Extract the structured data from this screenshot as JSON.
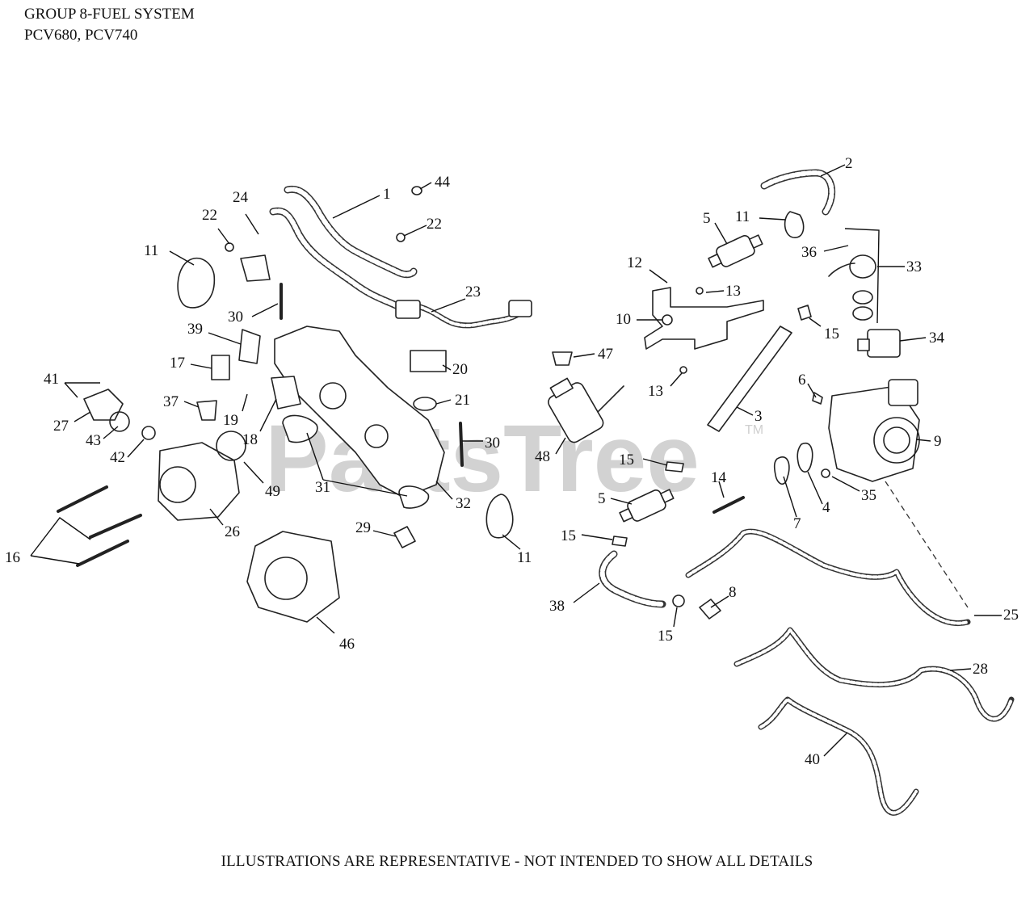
{
  "header": {
    "title": "GROUP 8-FUEL SYSTEM",
    "models": "PCV680, PCV740"
  },
  "watermark": {
    "text": "PartsTree",
    "trademark": "TM"
  },
  "footer": {
    "note": "ILLUSTRATIONS ARE REPRESENTATIVE - NOT INTENDED TO SHOW ALL DETAILS"
  },
  "callouts": [
    "1",
    "2",
    "3",
    "4",
    "5",
    "5",
    "6",
    "7",
    "8",
    "9",
    "10",
    "11",
    "11",
    "11",
    "12",
    "13",
    "13",
    "14",
    "15",
    "15",
    "15",
    "15",
    "16",
    "17",
    "18",
    "19",
    "20",
    "21",
    "22",
    "22",
    "23",
    "24",
    "25",
    "26",
    "27",
    "28",
    "29",
    "30",
    "30",
    "31",
    "32",
    "33",
    "34",
    "35",
    "36",
    "37",
    "38",
    "39",
    "40",
    "41",
    "42",
    "43",
    "44",
    "46",
    "47",
    "48",
    "49"
  ]
}
